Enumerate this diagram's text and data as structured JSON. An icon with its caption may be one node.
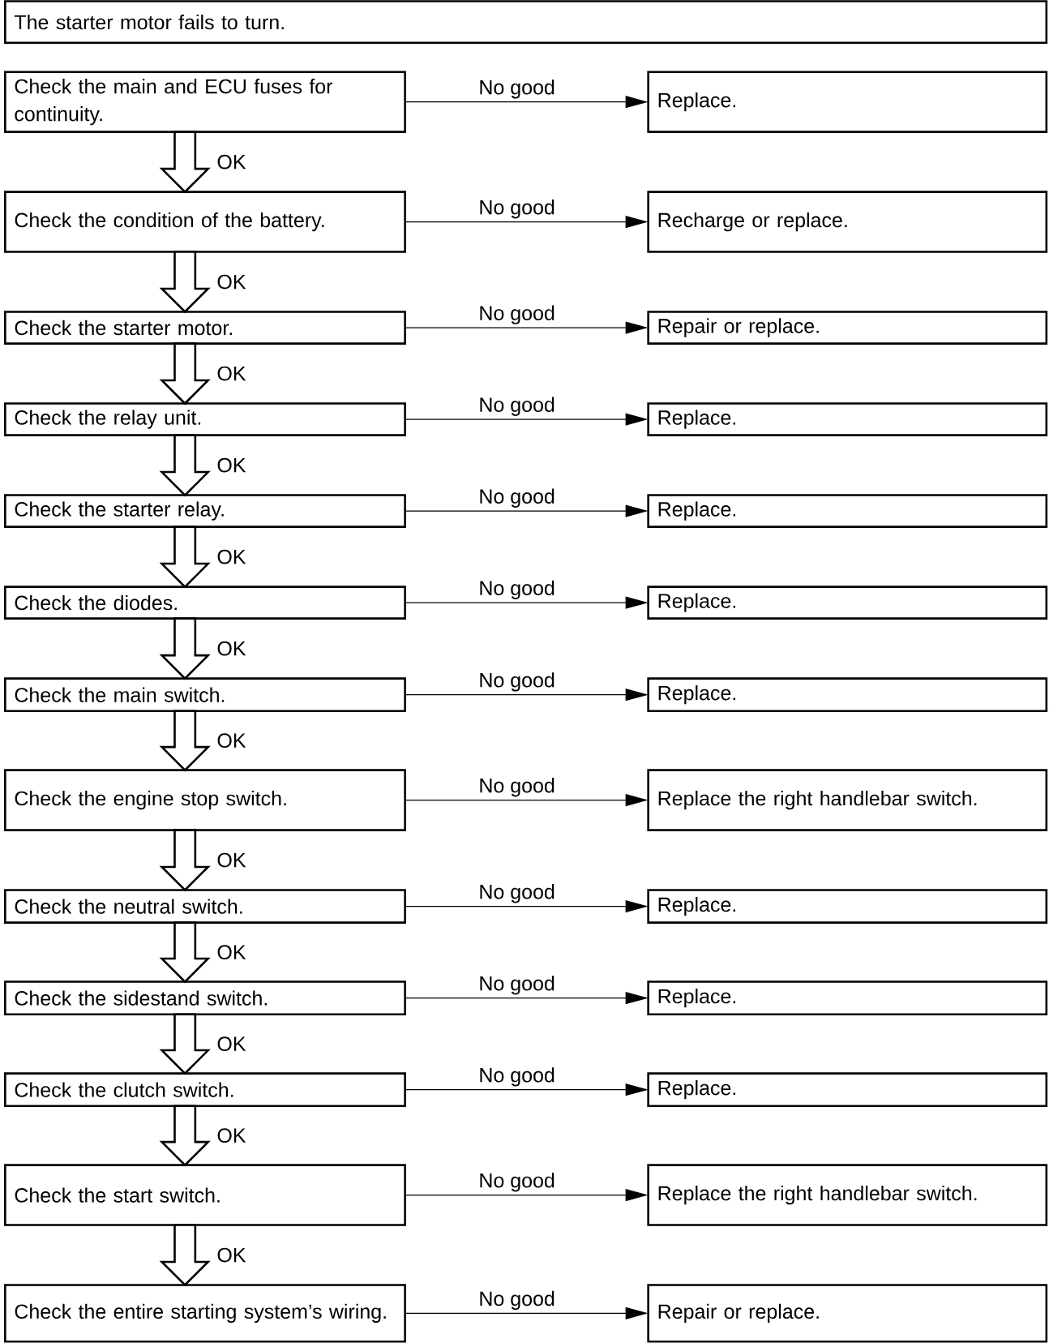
{
  "diagram": {
    "nodes": [
      {
        "text": [
          "The starter motor fails to turn."
        ]
      },
      {
        "text": [
          "Check the main and ECU fuses for continuity."
        ]
      },
      {
        "text": [
          "Replace."
        ]
      },
      {
        "text": [
          "Check the condition of the battery."
        ]
      },
      {
        "text": [
          "Recharge or replace."
        ]
      },
      {
        "text": [
          "Check the starter motor."
        ]
      },
      {
        "text": [
          "Repair or replace."
        ]
      },
      {
        "text": [
          "Check the relay unit."
        ]
      },
      {
        "text": [
          "Replace."
        ]
      },
      {
        "text": [
          "Check the starter relay."
        ]
      },
      {
        "text": [
          "Replace."
        ]
      },
      {
        "text": [
          "Check the diodes."
        ]
      },
      {
        "text": [
          "Replace."
        ]
      },
      {
        "text": [
          "Check the main switch."
        ]
      },
      {
        "text": [
          "Replace."
        ]
      },
      {
        "text": [
          "Check the engine stop switch."
        ]
      },
      {
        "text": [
          "Replace the right handlebar switch."
        ]
      },
      {
        "text": [
          "Check the neutral switch."
        ]
      },
      {
        "text": [
          "Replace."
        ]
      },
      {
        "text": [
          "Check the sidestand switch."
        ]
      },
      {
        "text": [
          "Replace."
        ]
      },
      {
        "text": [
          "Check the clutch switch."
        ]
      },
      {
        "text": [
          "Replace."
        ]
      },
      {
        "text": [
          "Check the start switch."
        ]
      },
      {
        "text": [
          "Replace the right handlebar switch."
        ]
      },
      {
        "text": [
          "Check the entire starting system’s wiring."
        ]
      },
      {
        "text": [
          "Repair or replace."
        ]
      }
    ],
    "edges": [
      {
        "from": 1,
        "to": 2,
        "arrow": "to",
        "label": "No good"
      },
      {
        "from": 1,
        "to": 3,
        "arrow": "to",
        "label": "OK"
      },
      {
        "from": 3,
        "to": 4,
        "arrow": "to",
        "label": "No good"
      },
      {
        "from": 3,
        "to": 5,
        "arrow": "to",
        "label": "OK"
      },
      {
        "from": 5,
        "to": 6,
        "arrow": "to",
        "label": "No good"
      },
      {
        "from": 5,
        "to": 7,
        "arrow": "to",
        "label": "OK"
      },
      {
        "from": 7,
        "to": 8,
        "arrow": "to",
        "label": "No good"
      },
      {
        "from": 7,
        "to": 9,
        "arrow": "to",
        "label": "OK"
      },
      {
        "from": 9,
        "to": 10,
        "arrow": "to",
        "label": "No good"
      },
      {
        "from": 9,
        "to": 11,
        "arrow": "to",
        "label": "OK"
      },
      {
        "from": 11,
        "to": 12,
        "arrow": "to",
        "label": "No good"
      },
      {
        "from": 11,
        "to": 13,
        "arrow": "to",
        "label": "OK"
      },
      {
        "from": 13,
        "to": 14,
        "arrow": "to",
        "label": "No good"
      },
      {
        "from": 13,
        "to": 15,
        "arrow": "to",
        "label": "OK"
      },
      {
        "from": 15,
        "to": 16,
        "arrow": "to",
        "label": "No good"
      },
      {
        "from": 15,
        "to": 17,
        "arrow": "to",
        "label": "OK"
      },
      {
        "from": 17,
        "to": 18,
        "arrow": "to",
        "label": "No good"
      },
      {
        "from": 17,
        "to": 19,
        "arrow": "to",
        "label": "OK"
      },
      {
        "from": 19,
        "to": 20,
        "arrow": "to",
        "label": "No good"
      },
      {
        "from": 19,
        "to": 21,
        "arrow": "to",
        "label": "OK"
      },
      {
        "from": 21,
        "to": 22,
        "arrow": "to",
        "label": "No good"
      },
      {
        "from": 21,
        "to": 23,
        "arrow": "to",
        "label": "OK"
      },
      {
        "from": 23,
        "to": 24,
        "arrow": "to",
        "label": "No good"
      },
      {
        "from": 23,
        "to": 25,
        "arrow": "to",
        "label": "OK"
      },
      {
        "from": 25,
        "to": 26,
        "arrow": "to",
        "label": "No good"
      }
    ]
  }
}
